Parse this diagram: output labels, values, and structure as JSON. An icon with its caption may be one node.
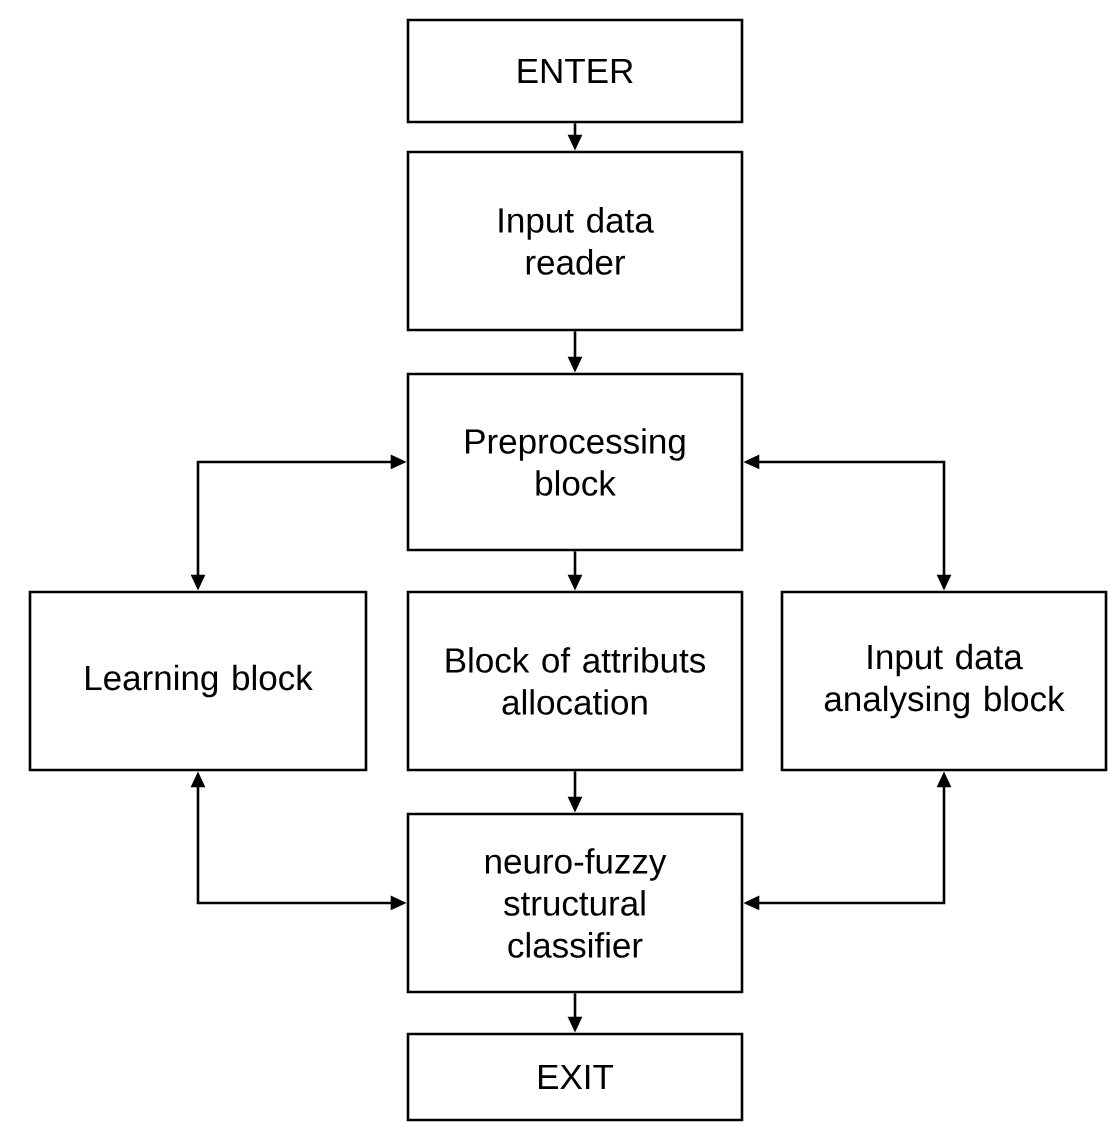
{
  "diagram": {
    "nodes": [
      {
        "text": [
          "ENTER"
        ]
      },
      {
        "text": [
          "Input data reader"
        ]
      },
      {
        "text": [
          "Preprocessing block"
        ]
      },
      {
        "text": [
          "Learning block"
        ]
      },
      {
        "text": [
          "Block of attributs allocation"
        ]
      },
      {
        "text": [
          "Input data analysing block"
        ]
      },
      {
        "text": [
          "neuro-fuzzy structural classifier"
        ]
      },
      {
        "text": [
          "EXIT"
        ]
      }
    ],
    "edges": [
      {
        "from": 0,
        "to": 1,
        "arrow": "to"
      },
      {
        "from": 1,
        "to": 2,
        "arrow": "to"
      },
      {
        "from": 2,
        "to": 3,
        "arrow": "both"
      },
      {
        "from": 2,
        "to": 4,
        "arrow": "to"
      },
      {
        "from": 2,
        "to": 5,
        "arrow": "both"
      },
      {
        "from": 4,
        "to": 6,
        "arrow": "to"
      },
      {
        "from": 3,
        "to": 6,
        "arrow": "both"
      },
      {
        "from": 5,
        "to": 6,
        "arrow": "both"
      },
      {
        "from": 6,
        "to": 7,
        "arrow": "to"
      }
    ]
  }
}
